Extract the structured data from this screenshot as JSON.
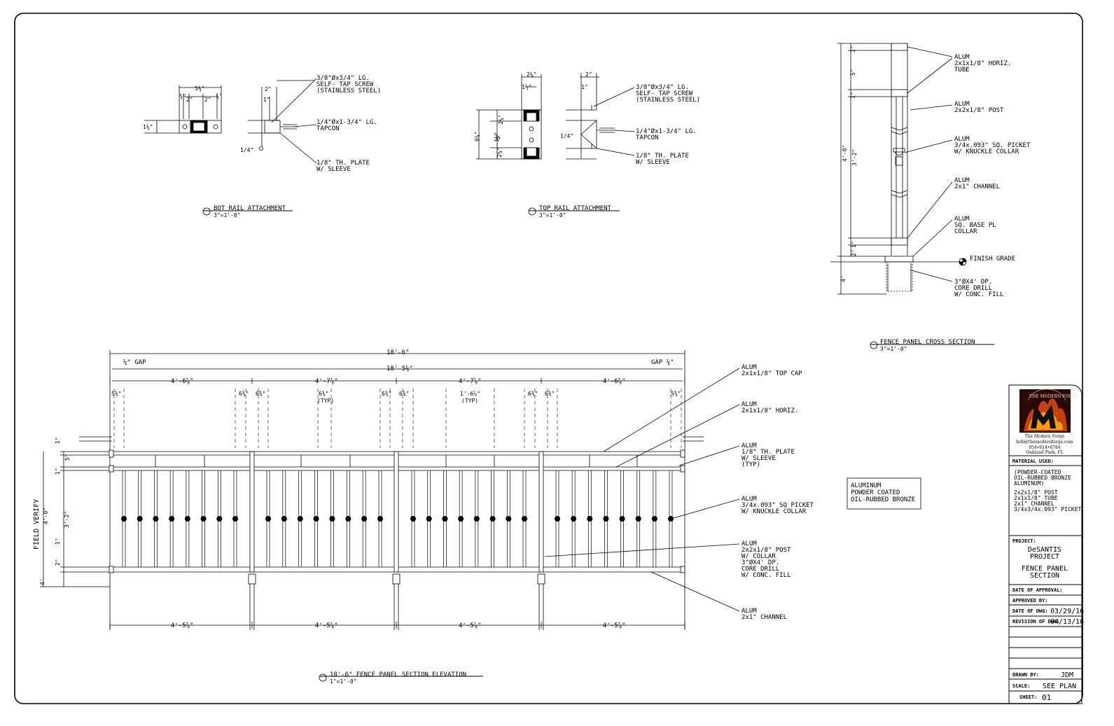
{
  "details": {
    "bot_rail": {
      "title": "BOT RAIL ATTACHMENT",
      "scale": "3\"=1'-0\"",
      "dims": [
        "5¼\"",
        "2\"",
        "2\"",
        "¾\"",
        "¾\"",
        "1¼\"",
        "2\"",
        "1\"",
        "1/4\""
      ],
      "notes": [
        [
          "3/8\"Øx3/4\" LG.",
          "SELF- TAP SCREW",
          "(STAINLESS STEEL)"
        ],
        [
          "1/4\"Øx1-3/4\" LG.",
          "TAPCON"
        ],
        [
          "1/8\" TH. PLATE",
          "W/ SLEEVE"
        ]
      ]
    },
    "top_rail": {
      "title": "TOP RAIL ATTACHMENT",
      "scale": "3\"=1'-0\"",
      "dims": [
        "2¼\"",
        "1½\"",
        "6¼\"",
        "2¼\"",
        "5\"",
        "1½\"",
        "2¼\"",
        "2\"",
        "1\"",
        "1/4\""
      ],
      "notes": [
        [
          "3/8\"Øx3/4\" LG.",
          "SELF- TAP SCREW",
          "(STAINLESS STEEL)"
        ],
        [
          "1/4\"Øx1-3/4\" LG.",
          "TAPCON"
        ],
        [
          "1/8\" TH. PLATE",
          "W/ SLEEVE"
        ]
      ]
    },
    "cross_section": {
      "title": "FENCE PANEL CROSS SECTION",
      "scale": "3\"=1'-0\"",
      "dims": [
        "1\"",
        "5\"",
        "1\"",
        "4'-0\"",
        "3'-2\"",
        "2\"",
        "1\"",
        "4'"
      ],
      "finish_grade": "FINISH GRADE",
      "notes": [
        [
          "ALUM",
          "2x1x1/8\" HORIZ.",
          "TUBE"
        ],
        [
          "ALUM",
          "2x2x1/8\" POST"
        ],
        [
          "ALUM",
          "3/4x.093\" SQ. PICKET",
          "W/ KNUCKLE COLLAR"
        ],
        [
          "ALUM",
          "2x1\" CHANNEL"
        ],
        [
          "ALUM",
          "SQ. BASE PL",
          "COLLAR"
        ],
        [
          "3\"ØX4' DP.",
          "CORE DRILL",
          "W/ CONC. FILL"
        ]
      ]
    },
    "elevation": {
      "title": "18'-6\" FENCE PANEL SECTION ELEVATION",
      "scale": "1\"=1'-0\"",
      "overall": "18'-6\"",
      "inner": "18'-5¼\"",
      "gap_left": "¼\" GAP",
      "gap_right": "GAP ¼\"",
      "bay_dims": [
        "4'-6⅞\"",
        "4'-7⅞\"",
        "4'-7⅞\"",
        "4'-6⅞\""
      ],
      "bottom_dims": [
        "4'-5⅞\"",
        "4'-5⅞\"",
        "4'-5⅞\"",
        "4'-5⅞\""
      ],
      "small_dims": {
        "end": "5⅜\"",
        "sp": "6⅜\"",
        "typ": "6⅜\"",
        "typ_label": "(TYP)",
        "pkt": "1'-6⅞\""
      },
      "left_dims": [
        "1\"",
        "5\"",
        "1\"",
        "4'-0\"",
        "3'-2\"",
        "1\"",
        "2\"",
        "4'"
      ],
      "field_verify": "FIELD VERIFY",
      "notes": [
        [
          "ALUM",
          "2x1x1/8\" TOP CAP"
        ],
        [
          "ALUM",
          "2x1x1/8\" HORIZ."
        ],
        [
          "ALUM",
          "1/8\" TH. PLATE",
          "W/ SLEEVE",
          "(TYP)"
        ],
        [
          "ALUM",
          "3/4x.093\" SQ PICKET",
          "W/ KNUCKLE COLLAR"
        ],
        [
          "ALUM",
          "2x2x1/8\" POST",
          "W/ COLLAR",
          "3\"ØX4' DP.",
          "CORE DRILL",
          "W/ CONC. FILL"
        ],
        [
          "ALUM",
          "2x1\" CHANNEL"
        ]
      ]
    },
    "material_box": [
      "ALUMINUM",
      "POWDER COATED",
      "OIL-RUBBED BRONZE"
    ]
  },
  "title_block": {
    "logo_arc": "THE MODERN FORGE",
    "company": "The Modern Forge",
    "email": "bob@themodernforge.com",
    "phone": "954•614•6784",
    "city": "Oakland Park, FL",
    "material_label": "MATERIAL USED:",
    "material_text": [
      "(POWDER-COATED",
      "OIL-RUBBED BRONZE",
      "ALUMINUM)",
      "",
      "2x2x1/8\" POST",
      "2x1x1/8\" TUBE",
      "2x1\" CHANNEL",
      "3/4x3/4x.093\" PICKET"
    ],
    "project_label": "PROJECT:",
    "project_name": [
      "DeSANTIS",
      "PROJECT"
    ],
    "sheet_title": [
      "FENCE PANEL",
      "SECTION"
    ],
    "date_approval_label": "DATE OF APPROVAL:",
    "approved_by_label": "APPROVED BY:",
    "date_dwg_label": "DATE OF DWG:",
    "date_dwg": "03/29/16",
    "revision_label": "REVISION OF DWG:",
    "revision": "04/13/16",
    "drawn_by_label": "DRAWN BY:",
    "drawn_by": "JDM",
    "scale_label": "SCALE:",
    "scale": "SEE PLAN",
    "sheet_label": "SHEET:",
    "sheet": "01"
  }
}
